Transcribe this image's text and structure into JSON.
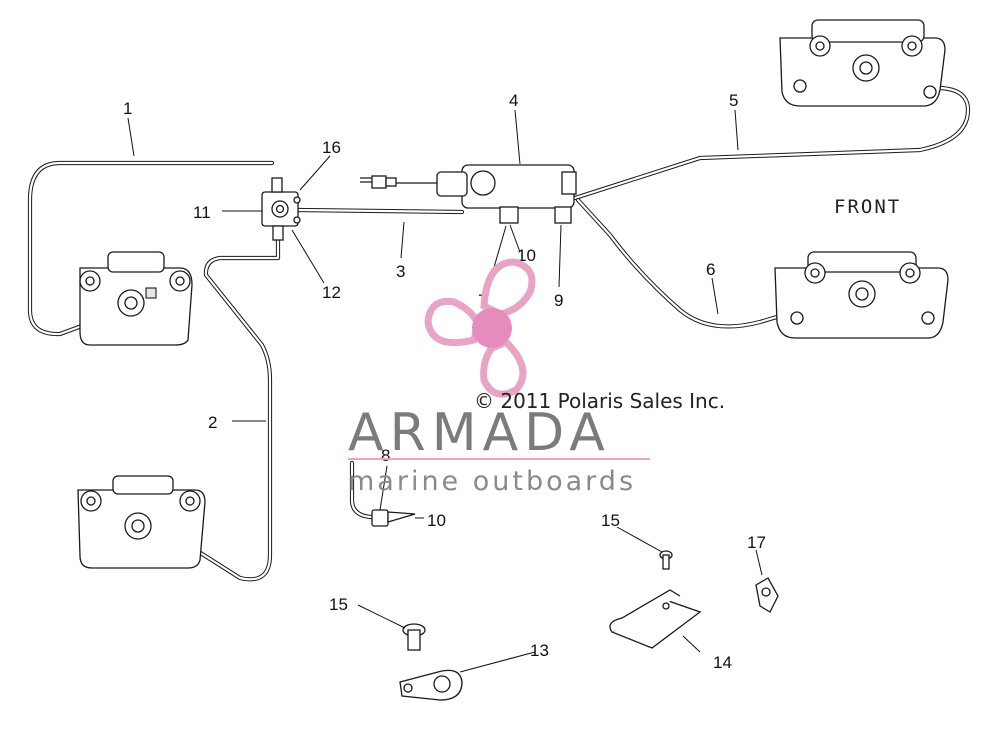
{
  "diagram": {
    "front_label": "FRONT",
    "copyright": "© 2011 Polaris Sales Inc.",
    "callouts": {
      "c1": "1",
      "c2": "2",
      "c3": "3",
      "c4": "4",
      "c5": "5",
      "c6": "6",
      "c7": "7",
      "c8": "8",
      "c9": "9",
      "c10a": "10",
      "c10b": "10",
      "c11": "11",
      "c12": "12",
      "c13": "13",
      "c14": "14",
      "c15a": "15",
      "c15b": "15",
      "c16": "16",
      "c17": "17"
    }
  },
  "watermark": {
    "brand": "ARMADA",
    "tagline": "marine outboards",
    "color_logo": "#e7a4c4",
    "color_logo_center": "#e58bbd",
    "color_text": "#7b7b7b",
    "color_rule": "#e7a4c4"
  }
}
